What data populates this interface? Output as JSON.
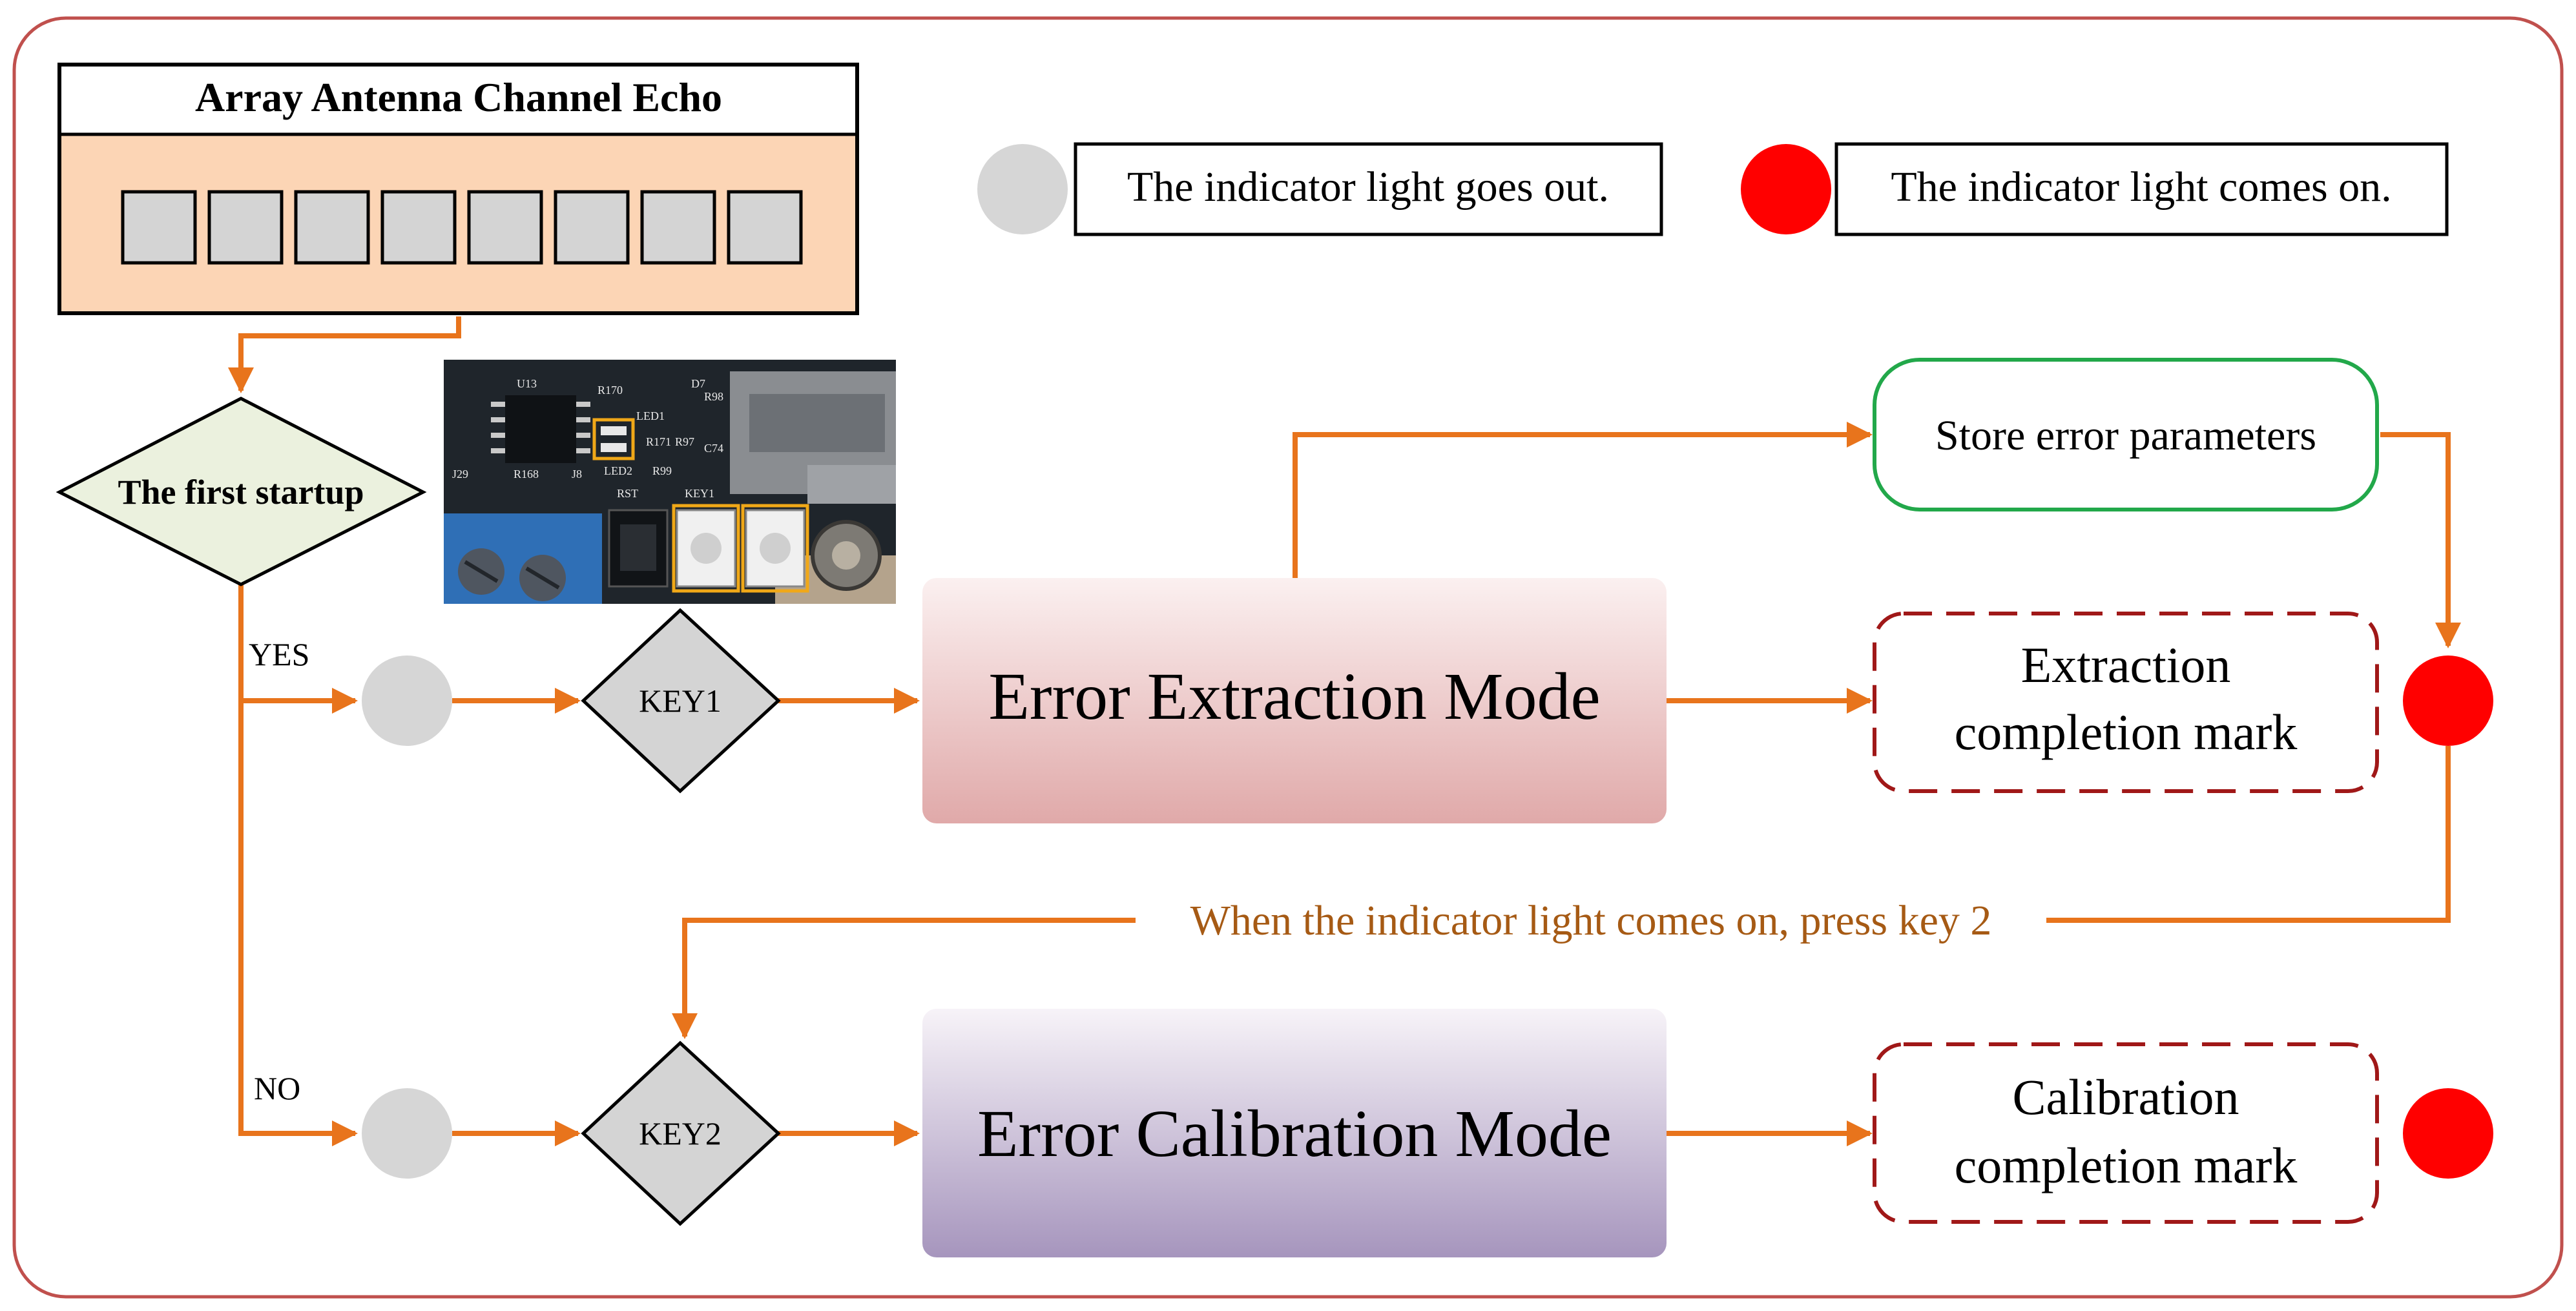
{
  "colors": {
    "frame": "#c0504d",
    "arrow": "#e8741c",
    "off_light": "#d6d6d6",
    "on_light": "#ff0000",
    "echo_fill": "#fcd5b5",
    "diamond_fill": "#ebf1de",
    "key_fill": "#d4d4d4",
    "store_border": "#22a84a",
    "dashed_border": "#a01818",
    "note_text": "#a65a14"
  },
  "echo": {
    "title": "Array Antenna Channel Echo",
    "channel_count": 8
  },
  "legend": {
    "off_label": "The indicator light goes out.",
    "on_label": "The indicator light comes on."
  },
  "decision": {
    "label": "The first startup"
  },
  "branches": {
    "yes_label": "YES",
    "no_label": "NO"
  },
  "keys": {
    "key1_label": "KEY1",
    "key2_label": "KEY2"
  },
  "modes": {
    "extraction_label": "Error Extraction Mode",
    "calibration_label": "Error Calibration Mode"
  },
  "store": {
    "label": "Store error parameters"
  },
  "marks": {
    "extraction_line1": "Extraction",
    "extraction_line2": "completion mark",
    "calibration_line1": "Calibration",
    "calibration_line2": "completion mark"
  },
  "note": {
    "label": "When the indicator light comes on, press key 2"
  },
  "board_photo": {
    "labels": [
      "U13",
      "R170",
      "LED1",
      "LED2",
      "D7",
      "R171",
      "R97",
      "C74",
      "R98",
      "R99",
      "RST",
      "KEY1",
      "J29",
      "R168",
      "J8"
    ]
  }
}
